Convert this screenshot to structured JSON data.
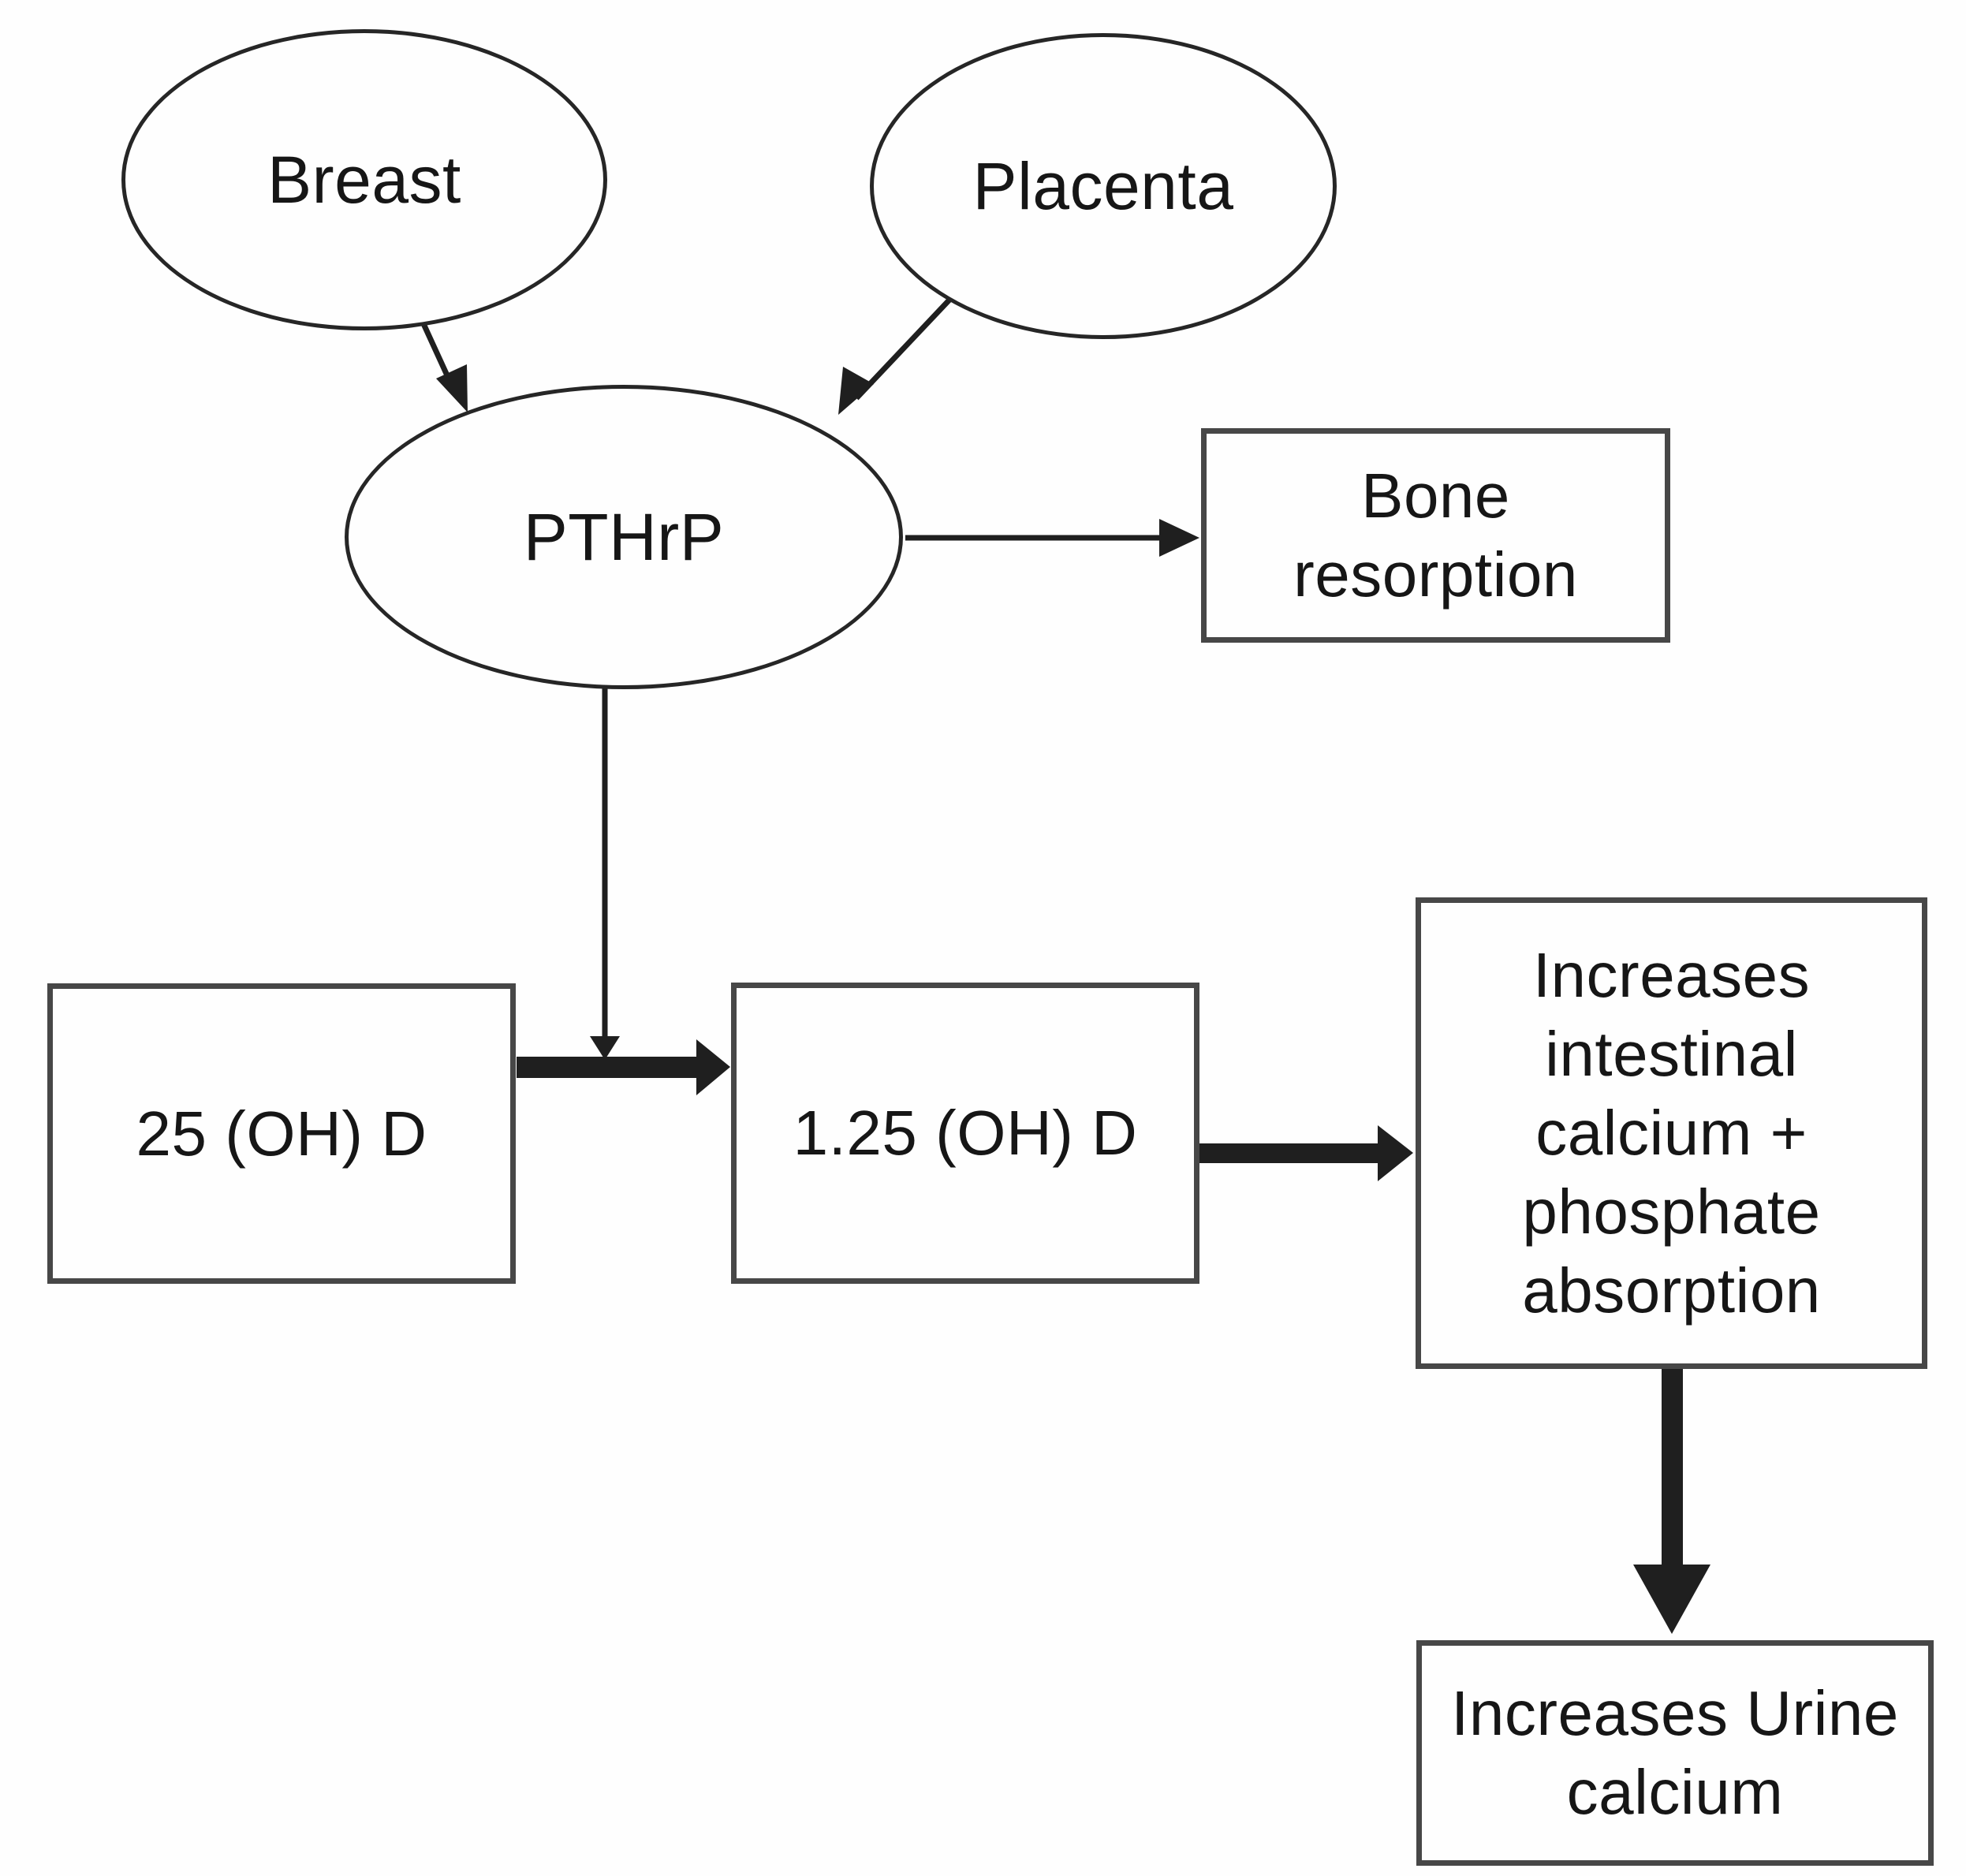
{
  "diagram": {
    "type": "flowchart",
    "colors": {
      "background": "#ffffff",
      "ellipse_stroke": "#262626",
      "box_border": "#474747",
      "arrow": "#1f1f1f",
      "text": "#161616"
    },
    "nodes": [
      {
        "id": "breast",
        "shape": "ellipse",
        "label": "Breast"
      },
      {
        "id": "placenta",
        "shape": "ellipse",
        "label": "Placenta"
      },
      {
        "id": "pthrp",
        "shape": "ellipse",
        "label": "PTHrP"
      },
      {
        "id": "bone-resorption",
        "shape": "rect",
        "label": "Bone resorption"
      },
      {
        "id": "25-oh-d",
        "shape": "rect",
        "label": "25 (OH) D"
      },
      {
        "id": "1-25-oh-d",
        "shape": "rect",
        "label": "1.25 (OH) D"
      },
      {
        "id": "intestinal-absorption",
        "shape": "rect",
        "label": "Increases intestinal calcium + phosphate absorption"
      },
      {
        "id": "urine-calcium",
        "shape": "rect",
        "label": "Increases Urine calcium"
      }
    ],
    "edges": [
      {
        "from": "breast",
        "to": "pthrp",
        "style": "thin-arrow"
      },
      {
        "from": "placenta",
        "to": "pthrp",
        "style": "thin-arrow"
      },
      {
        "from": "pthrp",
        "to": "bone-resorption",
        "style": "thin-arrow"
      },
      {
        "from": "pthrp",
        "to": "25-oh-d-to-1-25-oh-d-conversion",
        "style": "thin-arrow"
      },
      {
        "from": "25-oh-d",
        "to": "1-25-oh-d",
        "style": "thick-arrow"
      },
      {
        "from": "1-25-oh-d",
        "to": "intestinal-absorption",
        "style": "thick-arrow"
      },
      {
        "from": "intestinal-absorption",
        "to": "urine-calcium",
        "style": "thick-arrow"
      }
    ]
  }
}
